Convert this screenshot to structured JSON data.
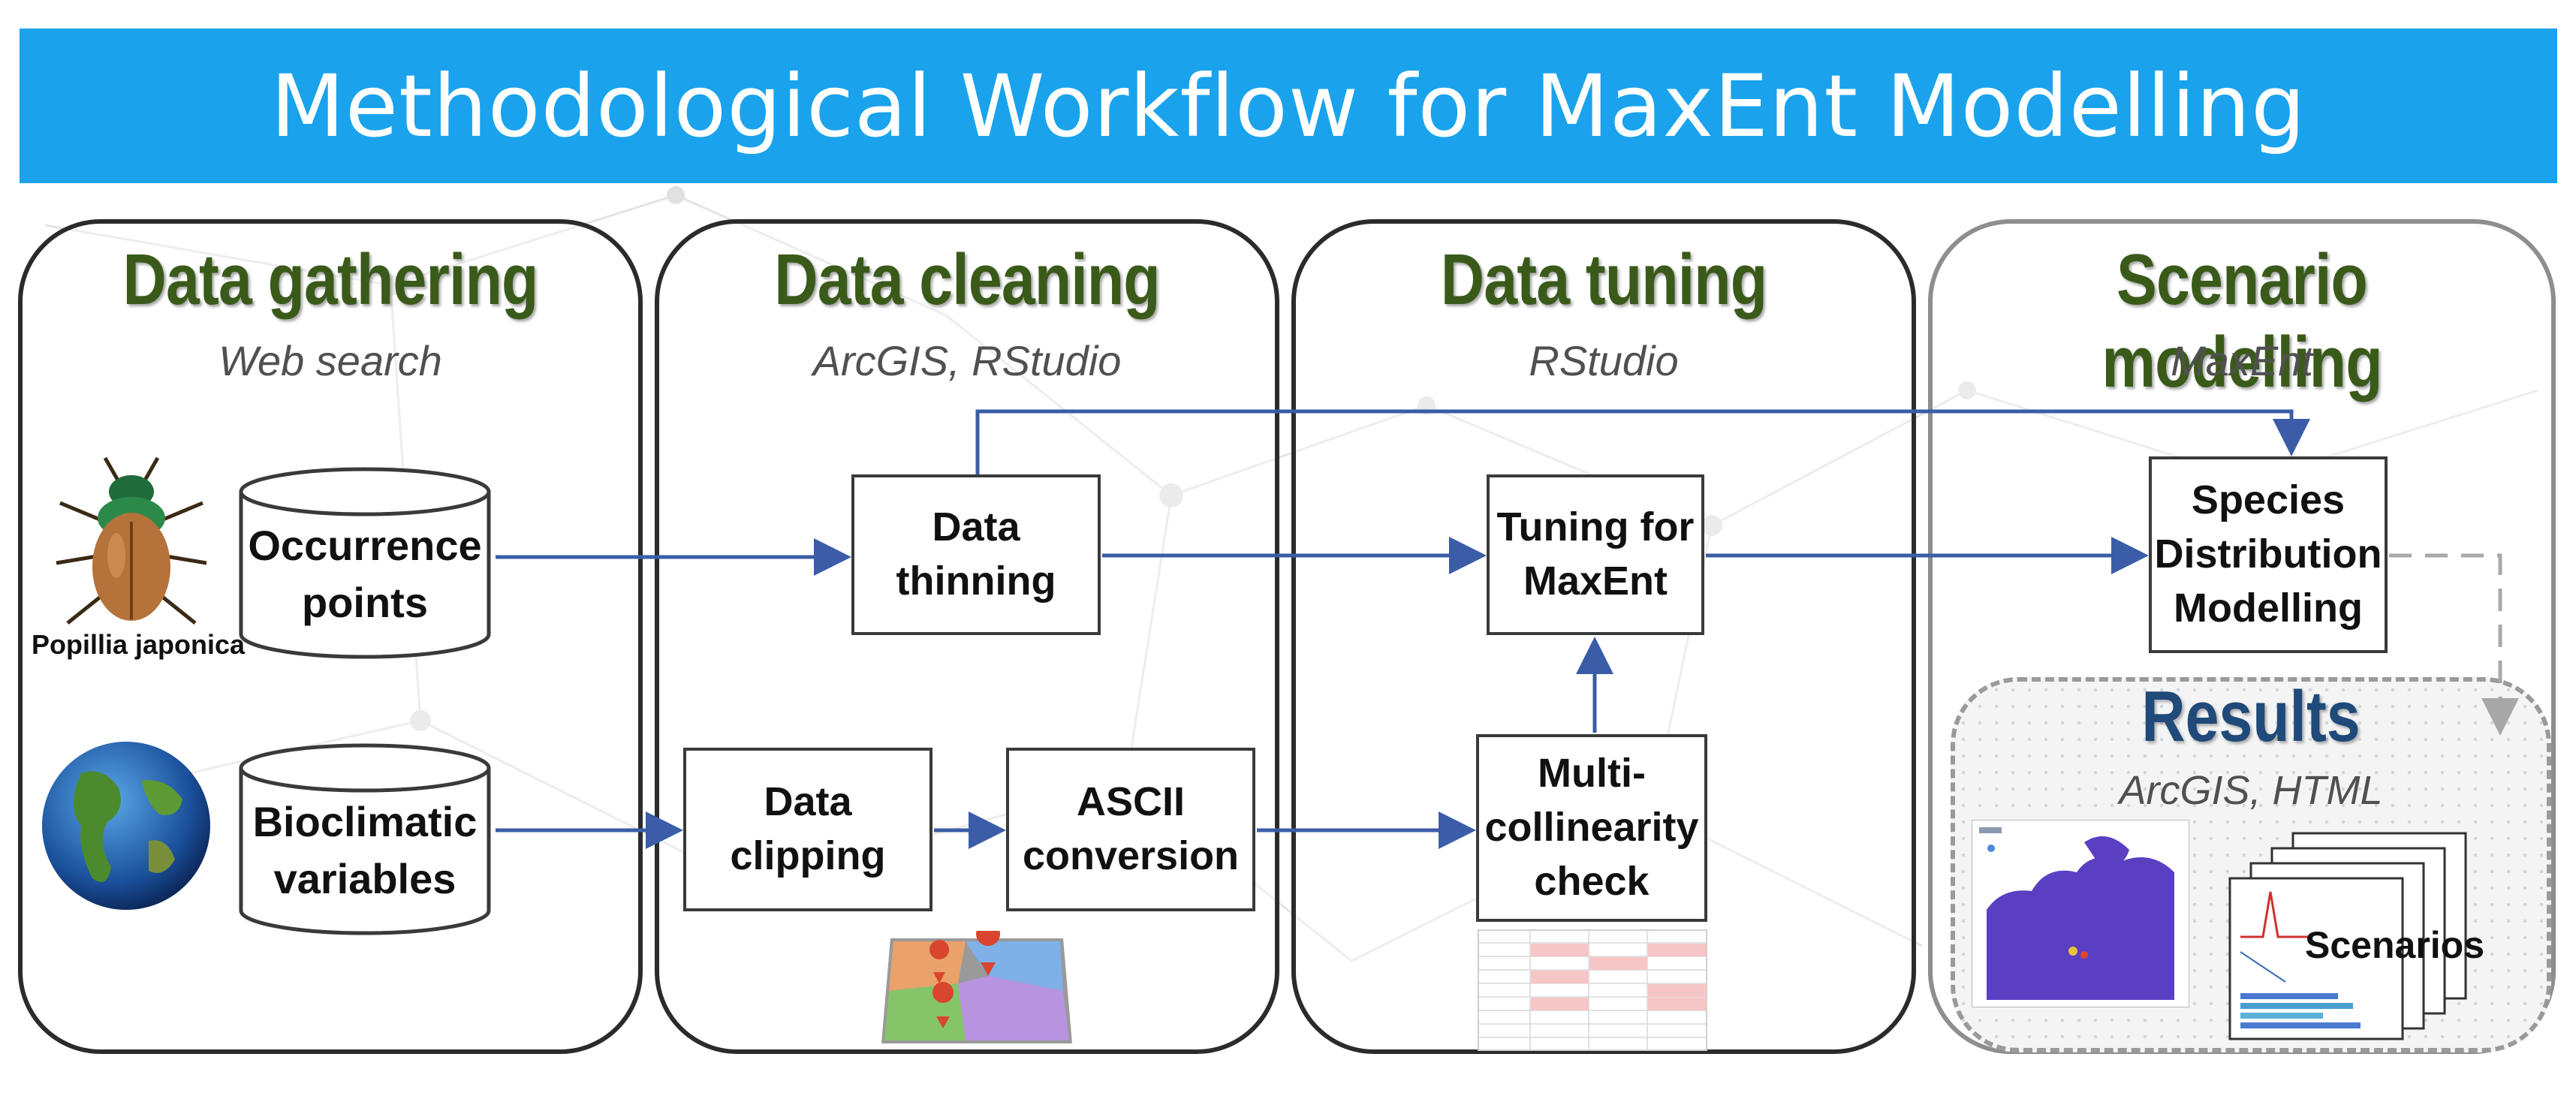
{
  "title": "Methodological Workflow for MaxEnt Modelling",
  "stages": [
    {
      "title": "Data gathering",
      "tool": "Web search"
    },
    {
      "title": "Data cleaning",
      "tool": "ArcGIS, RStudio"
    },
    {
      "title": "Data tuning",
      "tool": "RStudio"
    },
    {
      "title": "Scenario modelling",
      "tool": "MaxEnt"
    }
  ],
  "inputs": {
    "occurrence": "Occurrence\npoints",
    "bioclimatic": "Bioclimatic\nvariables",
    "species": "Popillia japonica"
  },
  "steps": {
    "thinning": "Data\nthinning",
    "clipping": "Data\nclipping",
    "ascii": "ASCII\nconversion",
    "tuning": "Tuning for\nMaxEnt",
    "multicollinearity": "Multi-\ncollinearity\ncheck",
    "sdm": "Species\nDistribution\nModelling"
  },
  "results": {
    "title": "Results",
    "tool": "ArcGIS, HTML",
    "scenarios": "Scenarios"
  },
  "colors": {
    "banner": "#1aa3ec",
    "stage_title": "#3a5a1a",
    "results_title": "#1f4a7a",
    "arrow": "#3b5da8"
  }
}
